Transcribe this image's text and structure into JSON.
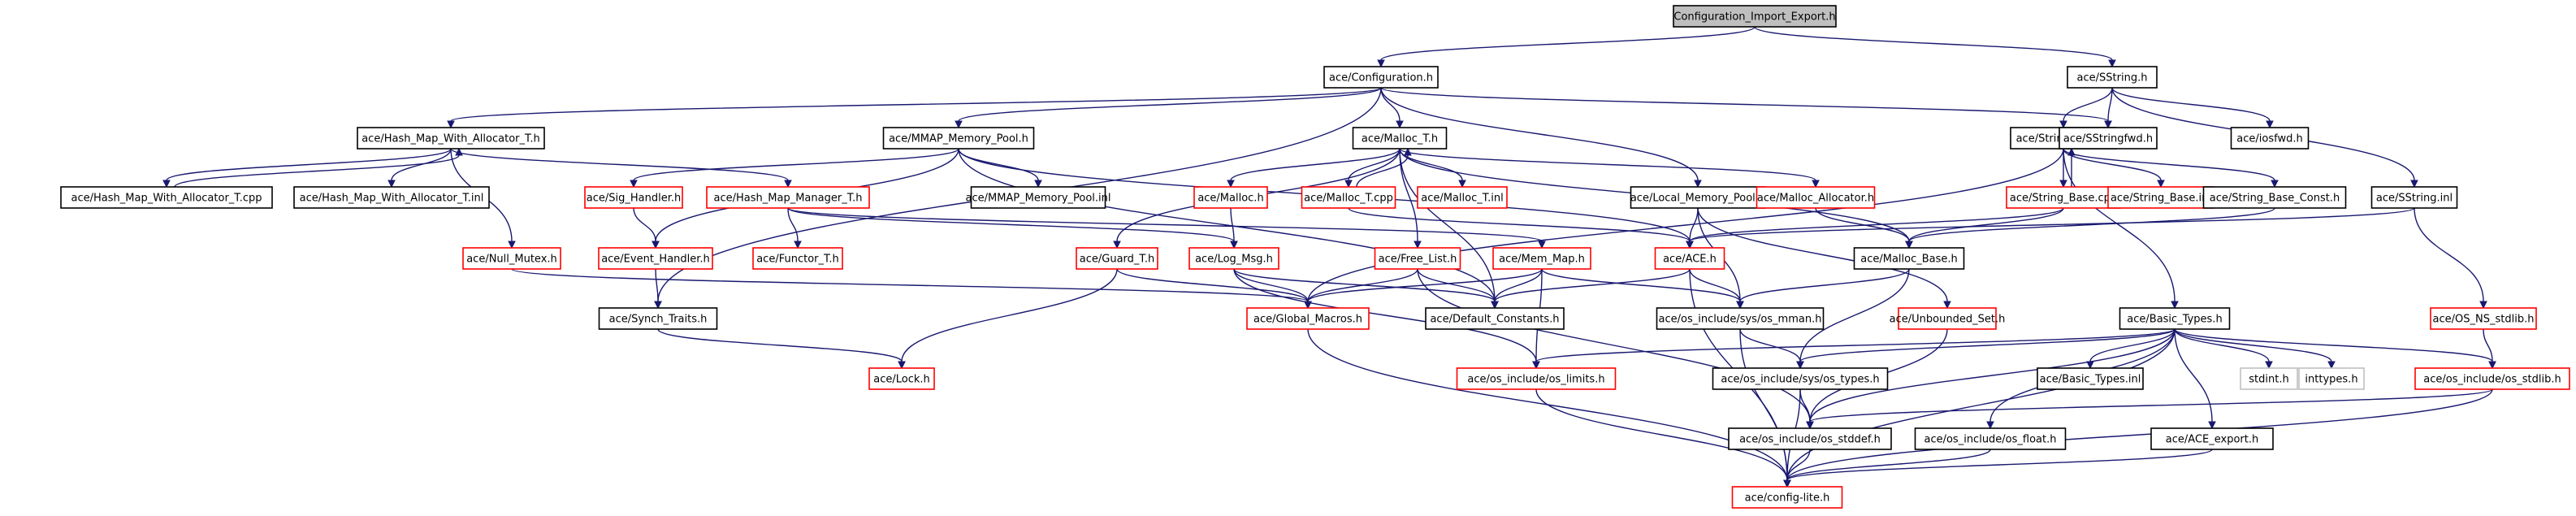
{
  "colors": {
    "edge": "#191970",
    "border_default": "#000000",
    "border_external": "#ff0000",
    "border_none": "#bfbfbf",
    "root_fill": "#bfbfbf",
    "node_fill": "#ffffff"
  },
  "nodes": [
    {
      "id": "root",
      "label": "Configuration_Import_Export.h",
      "style": "root"
    },
    {
      "id": "config",
      "label": "ace/Configuration.h",
      "style": "default"
    },
    {
      "id": "sstring",
      "label": "ace/SString.h",
      "style": "default"
    },
    {
      "id": "hmwa",
      "label": "ace/Hash_Map_With_Allocator_T.h",
      "style": "default"
    },
    {
      "id": "mmap_pool",
      "label": "ace/MMAP_Memory_Pool.h",
      "style": "default"
    },
    {
      "id": "malloc_t",
      "label": "ace/Malloc_T.h",
      "style": "default"
    },
    {
      "id": "string_base",
      "label": "ace/String_Base.h",
      "style": "default"
    },
    {
      "id": "sstringfwd",
      "label": "ace/SStringfwd.h",
      "style": "default"
    },
    {
      "id": "iosfwd",
      "label": "ace/iosfwd.h",
      "style": "default"
    },
    {
      "id": "hmwa_cpp",
      "label": "ace/Hash_Map_With_Allocator_T.cpp",
      "style": "default"
    },
    {
      "id": "hmwa_inl",
      "label": "ace/Hash_Map_With_Allocator_T.inl",
      "style": "default"
    },
    {
      "id": "mmap_inl",
      "label": "ace/MMAP_Memory_Pool.inl",
      "style": "default"
    },
    {
      "id": "sig_handler",
      "label": "ace/Sig_Handler.h",
      "style": "external"
    },
    {
      "id": "hmm_t",
      "label": "ace/Hash_Map_Manager_T.h",
      "style": "external"
    },
    {
      "id": "malloc_h",
      "label": "ace/Malloc.h",
      "style": "external"
    },
    {
      "id": "malloc_t_cpp",
      "label": "ace/Malloc_T.cpp",
      "style": "external"
    },
    {
      "id": "malloc_t_inl",
      "label": "ace/Malloc_T.inl",
      "style": "external"
    },
    {
      "id": "lmp",
      "label": "ace/Local_Memory_Pool.h",
      "style": "default"
    },
    {
      "id": "malloc_alloc",
      "label": "ace/Malloc_Allocator.h",
      "style": "external"
    },
    {
      "id": "string_base_cpp",
      "label": "ace/String_Base.cpp",
      "style": "external"
    },
    {
      "id": "string_base_inl",
      "label": "ace/String_Base.inl",
      "style": "external"
    },
    {
      "id": "sbc",
      "label": "ace/String_Base_Const.h",
      "style": "default"
    },
    {
      "id": "sstring_inl",
      "label": "ace/SString.inl",
      "style": "default"
    },
    {
      "id": "null_mutex",
      "label": "ace/Null_Mutex.h",
      "style": "external"
    },
    {
      "id": "event_handler",
      "label": "ace/Event_Handler.h",
      "style": "external"
    },
    {
      "id": "functor_t",
      "label": "ace/Functor_T.h",
      "style": "external"
    },
    {
      "id": "guard_t",
      "label": "ace/Guard_T.h",
      "style": "external"
    },
    {
      "id": "log_msg",
      "label": "ace/Log_Msg.h",
      "style": "external"
    },
    {
      "id": "free_list",
      "label": "ace/Free_List.h",
      "style": "external"
    },
    {
      "id": "mem_map",
      "label": "ace/Mem_Map.h",
      "style": "external"
    },
    {
      "id": "ace_h",
      "label": "ace/ACE.h",
      "style": "external"
    },
    {
      "id": "malloc_base",
      "label": "ace/Malloc_Base.h",
      "style": "default"
    },
    {
      "id": "os_ns_stdlib",
      "label": "ace/OS_NS_stdlib.h",
      "style": "external"
    },
    {
      "id": "synch_traits",
      "label": "ace/Synch_Traits.h",
      "style": "default"
    },
    {
      "id": "global_macros",
      "label": "ace/Global_Macros.h",
      "style": "external"
    },
    {
      "id": "default_const",
      "label": "ace/Default_Constants.h",
      "style": "default"
    },
    {
      "id": "os_mman",
      "label": "ace/os_include/sys/os_mman.h",
      "style": "default"
    },
    {
      "id": "unbounded_set",
      "label": "ace/Unbounded_Set.h",
      "style": "external"
    },
    {
      "id": "basic_types",
      "label": "ace/Basic_Types.h",
      "style": "default"
    },
    {
      "id": "lock_h",
      "label": "ace/Lock.h",
      "style": "external"
    },
    {
      "id": "os_limits",
      "label": "ace/os_include/os_limits.h",
      "style": "external"
    },
    {
      "id": "os_types",
      "label": "ace/os_include/sys/os_types.h",
      "style": "default"
    },
    {
      "id": "basic_types_inl",
      "label": "ace/Basic_Types.inl",
      "style": "default"
    },
    {
      "id": "stdint",
      "label": "stdint.h",
      "style": "none"
    },
    {
      "id": "inttypes",
      "label": "inttypes.h",
      "style": "none"
    },
    {
      "id": "os_stdlib",
      "label": "ace/os_include/os_stdlib.h",
      "style": "external"
    },
    {
      "id": "os_stddef",
      "label": "ace/os_include/os_stddef.h",
      "style": "default"
    },
    {
      "id": "os_float",
      "label": "ace/os_include/os_float.h",
      "style": "default"
    },
    {
      "id": "ace_export",
      "label": "ace/ACE_export.h",
      "style": "default"
    },
    {
      "id": "config_lite",
      "label": "ace/config-lite.h",
      "style": "external"
    }
  ],
  "edges": [
    [
      "root",
      "config"
    ],
    [
      "root",
      "sstring"
    ],
    [
      "config",
      "hmwa"
    ],
    [
      "config",
      "mmap_pool"
    ],
    [
      "config",
      "malloc_t"
    ],
    [
      "config",
      "sstringfwd"
    ],
    [
      "config",
      "lmp"
    ],
    [
      "config",
      "synch_traits"
    ],
    [
      "sstring",
      "string_base"
    ],
    [
      "sstring",
      "sstringfwd"
    ],
    [
      "sstring",
      "iosfwd"
    ],
    [
      "sstring",
      "sstring_inl"
    ],
    [
      "hmwa",
      "hmwa_cpp"
    ],
    [
      "hmwa",
      "hmwa_inl"
    ],
    [
      "hmwa",
      "hmm_t"
    ],
    [
      "hmwa",
      "null_mutex"
    ],
    [
      "hmwa_cpp",
      "hmwa"
    ],
    [
      "mmap_pool",
      "mmap_inl"
    ],
    [
      "mmap_pool",
      "sig_handler"
    ],
    [
      "mmap_pool",
      "event_handler"
    ],
    [
      "mmap_pool",
      "default_const"
    ],
    [
      "mmap_pool",
      "ace_h"
    ],
    [
      "malloc_t",
      "malloc_h"
    ],
    [
      "malloc_t",
      "malloc_t_cpp"
    ],
    [
      "malloc_t",
      "malloc_t_inl"
    ],
    [
      "malloc_t",
      "malloc_alloc"
    ],
    [
      "malloc_t",
      "malloc_base"
    ],
    [
      "malloc_t",
      "guard_t"
    ],
    [
      "malloc_t",
      "free_list"
    ],
    [
      "malloc_t",
      "default_const"
    ],
    [
      "malloc_t_cpp",
      "malloc_t"
    ],
    [
      "malloc_t_cpp",
      "ace_h"
    ],
    [
      "string_base",
      "string_base_cpp"
    ],
    [
      "string_base",
      "string_base_inl"
    ],
    [
      "string_base",
      "sbc"
    ],
    [
      "string_base",
      "global_macros"
    ],
    [
      "string_base",
      "basic_types"
    ],
    [
      "string_base_cpp",
      "string_base"
    ],
    [
      "string_base_cpp",
      "ace_h"
    ],
    [
      "string_base_cpp",
      "malloc_base"
    ],
    [
      "sbc",
      "malloc_base"
    ],
    [
      "sstring_inl",
      "ace_h"
    ],
    [
      "sstring_inl",
      "os_ns_stdlib"
    ],
    [
      "lmp",
      "ace_h"
    ],
    [
      "lmp",
      "os_mman"
    ],
    [
      "lmp",
      "unbounded_set"
    ],
    [
      "malloc_alloc",
      "malloc_base"
    ],
    [
      "sig_handler",
      "event_handler"
    ],
    [
      "hmm_t",
      "functor_t"
    ],
    [
      "hmm_t",
      "log_msg"
    ],
    [
      "hmm_t",
      "mem_map"
    ],
    [
      "malloc_h",
      "log_msg"
    ],
    [
      "null_mutex",
      "global_macros"
    ],
    [
      "event_handler",
      "synch_traits"
    ],
    [
      "synch_traits",
      "lock_h"
    ],
    [
      "guard_t",
      "global_macros"
    ],
    [
      "guard_t",
      "lock_h"
    ],
    [
      "log_msg",
      "global_macros"
    ],
    [
      "log_msg",
      "default_const"
    ],
    [
      "log_msg",
      "os_limits"
    ],
    [
      "free_list",
      "global_macros"
    ],
    [
      "free_list",
      "default_const"
    ],
    [
      "free_list",
      "os_stddef"
    ],
    [
      "mem_map",
      "global_macros"
    ],
    [
      "mem_map",
      "default_const"
    ],
    [
      "mem_map",
      "os_mman"
    ],
    [
      "mem_map",
      "os_limits"
    ],
    [
      "ace_h",
      "default_const"
    ],
    [
      "ace_h",
      "os_mman"
    ],
    [
      "ace_h",
      "config_lite"
    ],
    [
      "malloc_base",
      "os_mman"
    ],
    [
      "malloc_base",
      "os_types"
    ],
    [
      "os_ns_stdlib",
      "os_stdlib"
    ],
    [
      "global_macros",
      "config_lite"
    ],
    [
      "os_mman",
      "os_types"
    ],
    [
      "os_mman",
      "config_lite"
    ],
    [
      "unbounded_set",
      "os_stddef"
    ],
    [
      "basic_types",
      "os_limits"
    ],
    [
      "basic_types",
      "os_types"
    ],
    [
      "basic_types",
      "basic_types_inl"
    ],
    [
      "basic_types",
      "stdint"
    ],
    [
      "basic_types",
      "inttypes"
    ],
    [
      "basic_types",
      "os_stdlib"
    ],
    [
      "basic_types",
      "os_stddef"
    ],
    [
      "basic_types",
      "os_float"
    ],
    [
      "basic_types",
      "ace_export"
    ],
    [
      "basic_types",
      "config_lite"
    ],
    [
      "os_limits",
      "config_lite"
    ],
    [
      "os_types",
      "os_stddef"
    ],
    [
      "os_types",
      "config_lite"
    ],
    [
      "os_stdlib",
      "os_stddef"
    ],
    [
      "os_stdlib",
      "config_lite"
    ],
    [
      "os_stddef",
      "config_lite"
    ],
    [
      "os_float",
      "config_lite"
    ],
    [
      "ace_export",
      "config_lite"
    ]
  ]
}
